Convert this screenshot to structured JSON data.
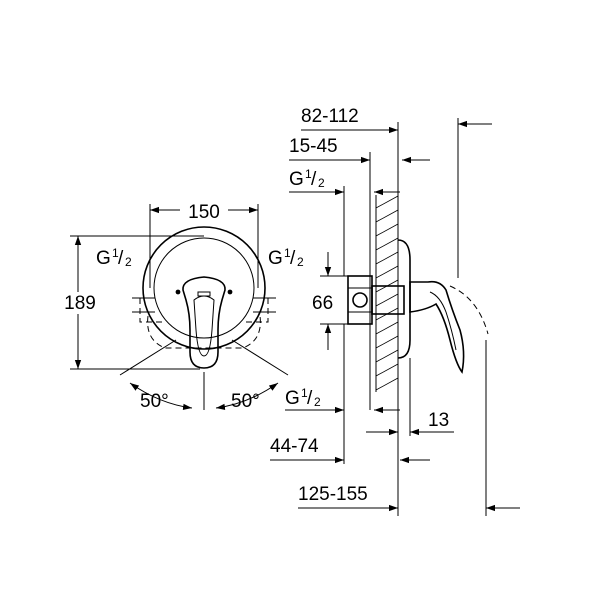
{
  "front_view": {
    "width_dim": "150",
    "height_dim": "189",
    "thread_left": {
      "main": "G",
      "num": "1",
      "den": "2"
    },
    "thread_right": {
      "main": "G",
      "num": "1",
      "den": "2"
    },
    "angle_left": "50°",
    "angle_right": "50°"
  },
  "side_view": {
    "dim_depth_range": "82-112",
    "dim_wall_range": "15-45",
    "thread_top": {
      "main": "G",
      "num": "1",
      "den": "2"
    },
    "dim_height": "66",
    "thread_bottom": {
      "main": "G",
      "num": "1",
      "den": "2"
    },
    "dim_plate": "13",
    "dim_body_range": "44-74",
    "dim_total_range": "125-155"
  }
}
